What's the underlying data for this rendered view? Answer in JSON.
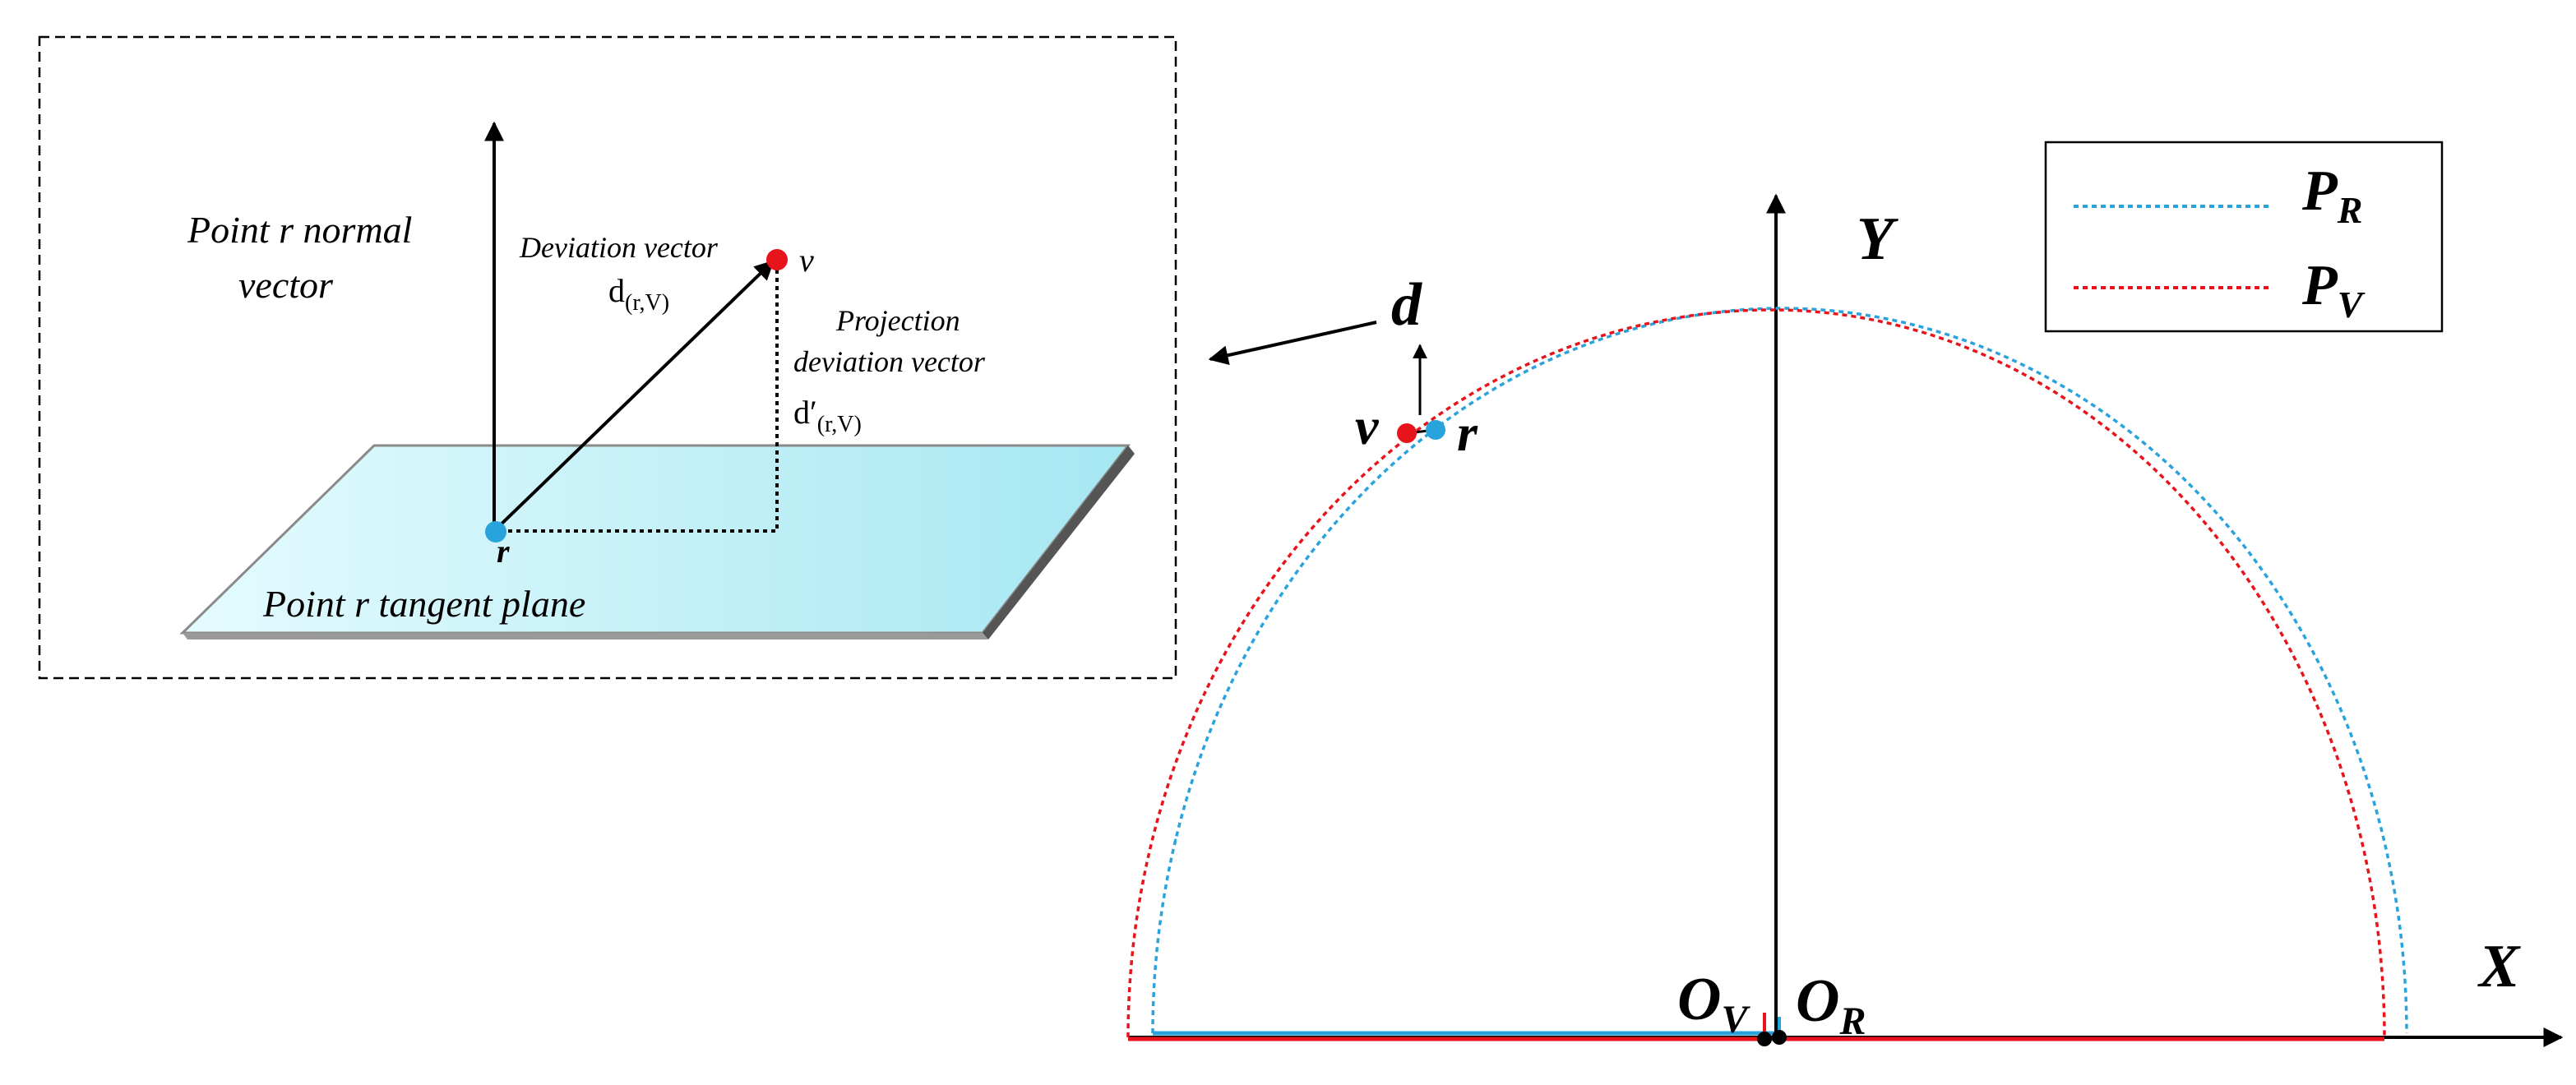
{
  "inset": {
    "normal_label_line1": "Point r normal",
    "normal_label_line2": "vector",
    "deviation_label": "Deviation vector",
    "deviation_symbol": "d",
    "deviation_subscript": "(r,V)",
    "projection_label_line1": "Projection",
    "projection_label_line2": "deviation vector",
    "projection_symbol": "d′",
    "projection_subscript": "(r,V)",
    "tangent_plane_label": "Point r tangent plane",
    "point_r": "r",
    "point_v": "v"
  },
  "main": {
    "axis_x": "X",
    "axis_y": "Y",
    "d_label": "d",
    "v_label": "v",
    "r_label": "r",
    "origin_v_main": "O",
    "origin_v_sub": "V",
    "origin_r_main": "O",
    "origin_r_sub": "R"
  },
  "legend": {
    "items": [
      {
        "main": "P",
        "sub": "R",
        "color": "#29a3dc"
      },
      {
        "main": "P",
        "sub": "V",
        "color": "#e8141c"
      }
    ]
  },
  "colors": {
    "blue": "#29a3dc",
    "red": "#e8141c",
    "plane_light": "#e4fbfe",
    "plane_dark": "#a6e7f2"
  }
}
